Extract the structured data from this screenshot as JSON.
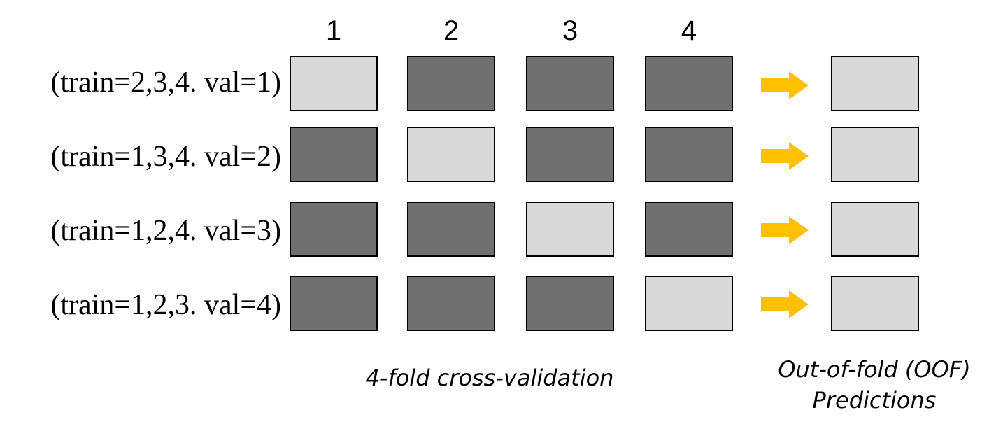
{
  "fold_headers": [
    "1",
    "2",
    "3",
    "4"
  ],
  "rows": [
    {
      "label": "(train=2,3,4. val=1)",
      "val_fold": 1
    },
    {
      "label": "(train=1,3,4. val=2)",
      "val_fold": 2
    },
    {
      "label": "(train=1,2,4. val=3)",
      "val_fold": 3
    },
    {
      "label": "(train=1,2,3. val=4)",
      "val_fold": 4
    }
  ],
  "captions": {
    "cv": "4-fold cross-validation",
    "oof_line1": "Out-of-fold (OOF)",
    "oof_line2": "Predictions"
  },
  "colors": {
    "train": "#707070",
    "val": "#d9d9d9",
    "arrow": "#ffc000",
    "border": "#000000"
  }
}
